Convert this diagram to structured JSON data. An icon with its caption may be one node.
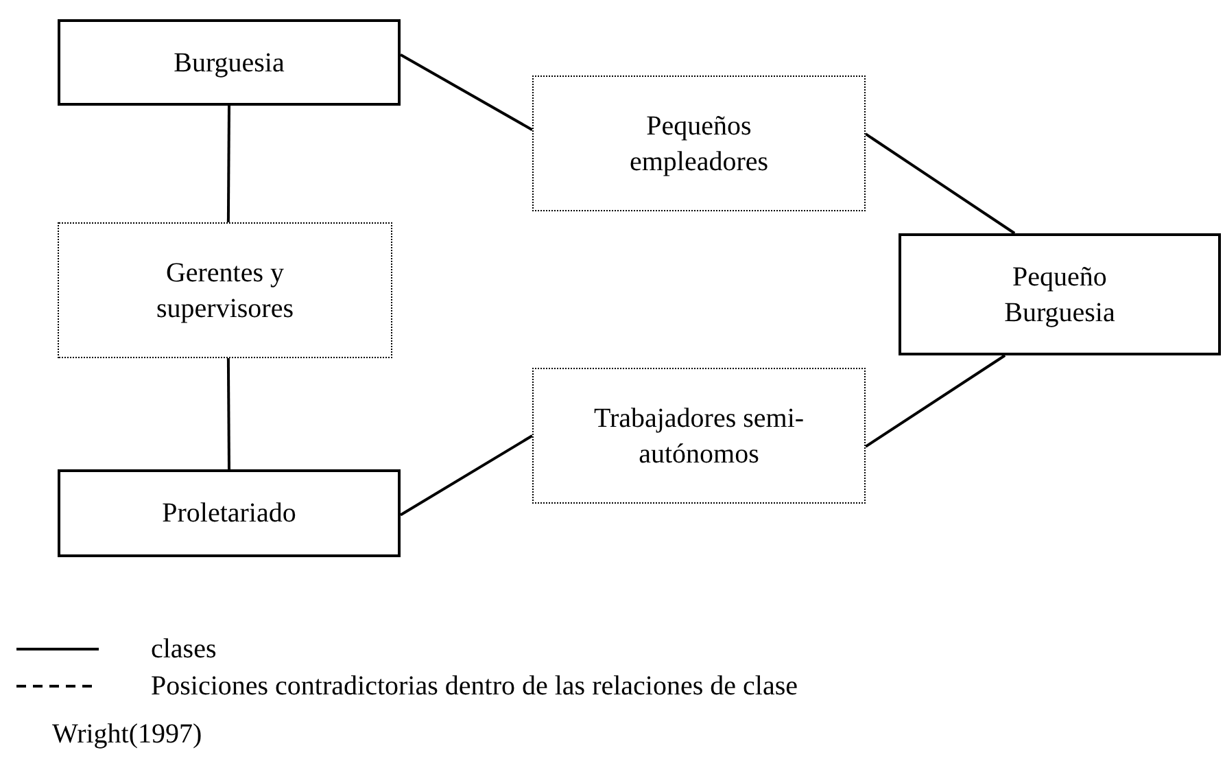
{
  "diagram": {
    "nodes": [
      {
        "text": [
          "Burguesia"
        ]
      },
      {
        "text": [
          "Pequeños empleadores"
        ]
      },
      {
        "text": [
          "Gerentes y supervisores"
        ]
      },
      {
        "text": [
          "Pequeño Burguesia"
        ]
      },
      {
        "text": [
          "Trabajadores semi-autónomos"
        ]
      },
      {
        "text": [
          "Proletariado"
        ]
      }
    ],
    "edges": [
      {
        "from": 0,
        "to": 1,
        "arrow": "none"
      },
      {
        "from": 1,
        "to": 3,
        "arrow": "none"
      },
      {
        "from": 0,
        "to": 2,
        "arrow": "none"
      },
      {
        "from": 2,
        "to": 5,
        "arrow": "none"
      },
      {
        "from": 5,
        "to": 4,
        "arrow": "none"
      },
      {
        "from": 4,
        "to": 3,
        "arrow": "none"
      }
    ],
    "labels": [
      "Wright(1997)"
    ],
    "legend": [
      {
        "text": "clases"
      },
      {
        "text": "Posiciones contradictorias dentro de las relaciones de clase"
      }
    ]
  }
}
